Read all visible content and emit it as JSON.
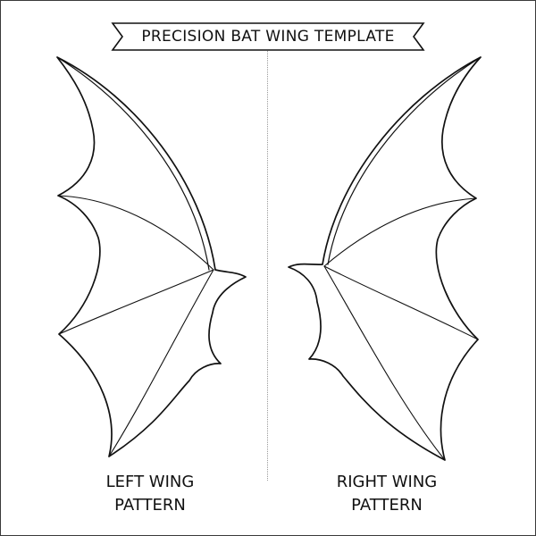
{
  "title": "PRECISION BAT WING TEMPLATE",
  "left_wing": {
    "caption_line1": "LEFT WING",
    "caption_line2": "PATTERN"
  },
  "right_wing": {
    "caption_line1": "RIGHT WING",
    "caption_line2": "PATTERN"
  },
  "colors": {
    "outline": "#111111",
    "divider": "#9a9a9a",
    "background": "#ffffff"
  }
}
